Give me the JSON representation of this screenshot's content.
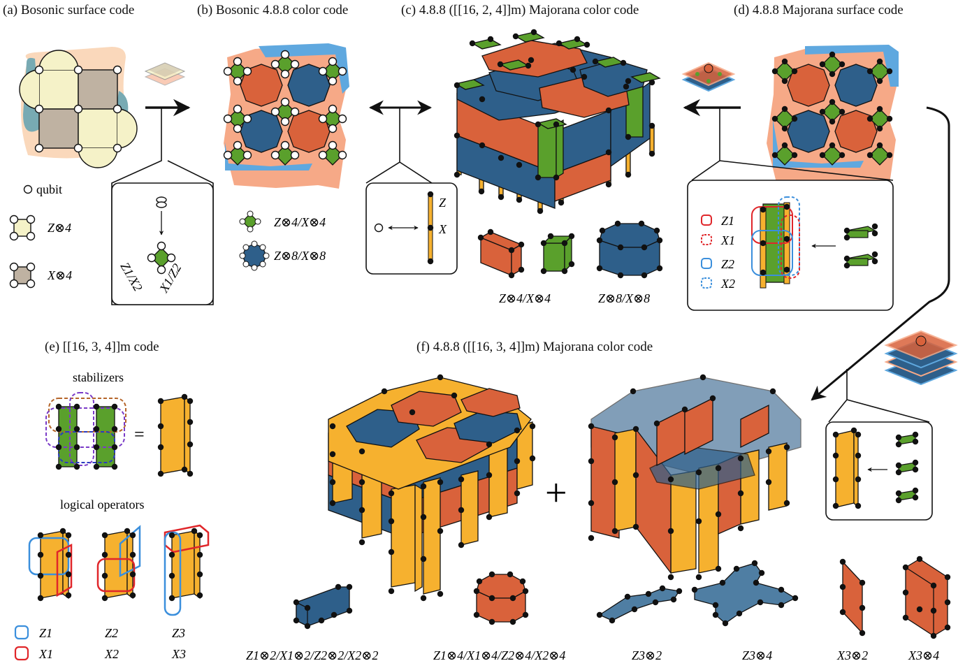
{
  "colors": {
    "orange": "#d9623b",
    "blue": "#2e5f8a",
    "green": "#5aa02c",
    "yellow": "#f6b12f",
    "cream": "#f5f2c8",
    "taupe": "#bfb2a2",
    "halo_orange": "#f6a987",
    "halo_blue": "#5fa8df",
    "halo_teal": "#78aab3",
    "halo_peach": "#f8c89e",
    "z_outline": "#3b8fdc",
    "x_outline": "#e0262a",
    "purple": "#7a3bc8",
    "brown": "#b5652a",
    "navy": "#2a3cc0"
  },
  "panels": {
    "a": "(a) Bosonic surface code",
    "b": "(b) Bosonic 4.8.8 color code",
    "c": "(c) 4.8.8 ([[16, 2, 4]]m) Majorana color code",
    "d": "(d) 4.8.8 Majorana surface code",
    "e": "(e) [[16, 3, 4]]m code",
    "f": "(f) 4.8.8 ([[16, 3, 4]]m) Majorana color code"
  },
  "legend_a": {
    "qubit": "qubit",
    "cream": "Z⊗4",
    "taupe": "X⊗4"
  },
  "inset_b": {
    "left": "Z1/X2",
    "right": "X1/Z2"
  },
  "legend_b": {
    "small": "Z⊗4/X⊗4",
    "large": "Z⊗8/X⊗8"
  },
  "inset_c": {
    "z": "Z",
    "x": "X"
  },
  "legend_c": {
    "left": "Z⊗4/X⊗4",
    "right": "Z⊗8/X⊗8"
  },
  "legend_d": [
    "Z1",
    "X1",
    "Z2",
    "X2"
  ],
  "panel_e": {
    "stabilizers": "stabilizers",
    "equals": "=",
    "logical": "logical operators",
    "z_ops": [
      "Z1",
      "Z2",
      "Z3"
    ],
    "x_ops": [
      "X1",
      "X2",
      "X3"
    ]
  },
  "panel_f": {
    "plus": "+",
    "labels": [
      "Z1⊗2/X1⊗2/Z2⊗2/X2⊗2",
      "Z1⊗4/X1⊗4/Z2⊗4/X2⊗4",
      "Z3⊗2",
      "Z3⊗4",
      "X3⊗2",
      "X3⊗4"
    ]
  }
}
